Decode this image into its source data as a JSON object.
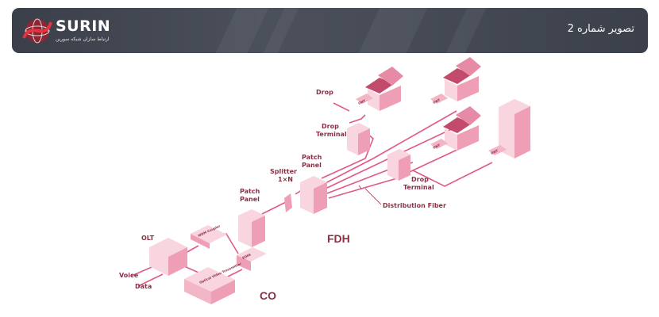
{
  "header": {
    "logo_text": "SURIN",
    "logo_subtitle": "ارتباط سازان شبکه سورین",
    "title": "تصویر شماره 2"
  },
  "diagram": {
    "labels": {
      "drop": "Drop",
      "drop_terminal_top_1": "Drop",
      "drop_terminal_top_2": "Terminal",
      "patch_panel_fdh_1": "Patch",
      "patch_panel_fdh_2": "Panel",
      "splitter_1": "Splitter",
      "splitter_2": "1×N",
      "patch_panel_co_1": "Patch",
      "patch_panel_co_2": "Panel",
      "drop_terminal_right_1": "Drop",
      "drop_terminal_right_2": "Terminal",
      "distribution_fiber": "Distribution Fiber",
      "fdh": "FDH",
      "co": "CO",
      "olt": "OLT",
      "voice": "Voice",
      "data": "Data",
      "ont": "ONT",
      "wdm_coupler": "WDM Coupler",
      "edfa": "EDFA",
      "optical_video_transmitter": "Optical Video Transmitter"
    }
  },
  "colors": {
    "fiber": "#e05a86",
    "building": "#ef9fb5",
    "building_light": "#f8d5df",
    "label": "#8c2f45"
  }
}
